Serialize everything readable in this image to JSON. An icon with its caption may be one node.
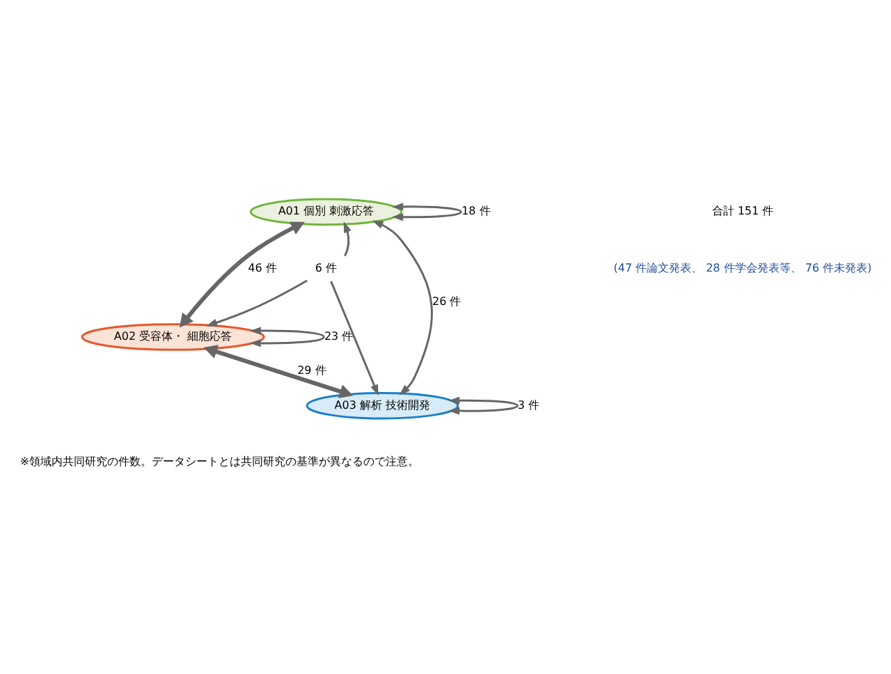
{
  "diagram": {
    "nodes": [
      {
        "text": [
          "A01 個別 刺激応答"
        ]
      },
      {
        "text": [
          "A02 受容体・ 細胞応答"
        ]
      },
      {
        "text": [
          "A03 解析 技術開発"
        ]
      },
      {
        "text": [
          "6 件"
        ]
      }
    ],
    "edges": [
      {
        "from": 0,
        "to": 0,
        "arrow": "both",
        "label": "18 件"
      },
      {
        "from": 1,
        "to": 1,
        "arrow": "both",
        "label": "23 件"
      },
      {
        "from": 2,
        "to": 2,
        "arrow": "both",
        "label": "3 件"
      },
      {
        "from": 0,
        "to": 1,
        "arrow": "both",
        "label": "46 件",
        "style": "thick"
      },
      {
        "from": 0,
        "to": 2,
        "arrow": "both",
        "label": "26 件"
      },
      {
        "from": 1,
        "to": 2,
        "arrow": "both",
        "label": "29 件",
        "style": "thick"
      },
      {
        "from": 3,
        "to": 0,
        "arrow": "to"
      },
      {
        "from": 3,
        "to": 1,
        "arrow": "to"
      },
      {
        "from": 3,
        "to": 2,
        "arrow": "to"
      }
    ],
    "labels": [
      "合計 151 件",
      "(47 件論文発表、 28 件学会発表等、 76 件未発表)",
      "※領域内共同研究の件数。データシートとは共同研究の基準が異なるので注意。"
    ]
  }
}
